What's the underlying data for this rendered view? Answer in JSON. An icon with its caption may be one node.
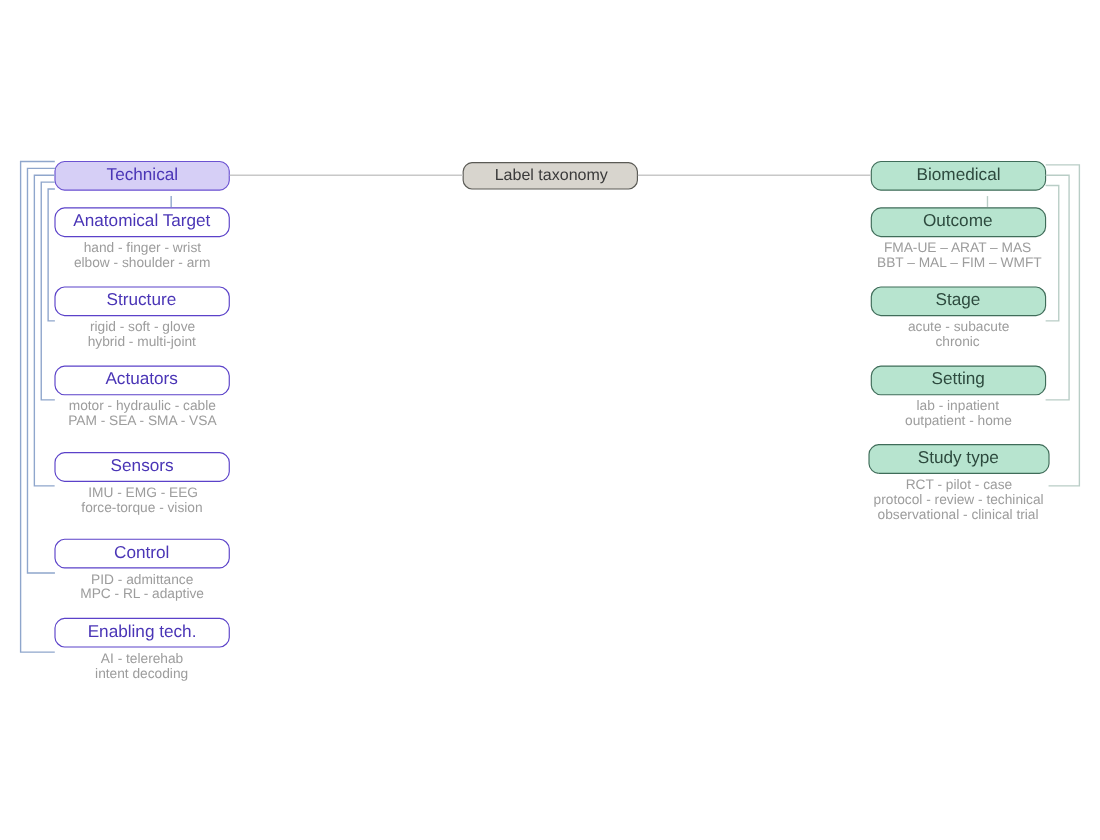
{
  "diagram": {
    "nodes": [
      {
        "text": [
          "Technical"
        ]
      },
      {
        "text": [
          "Label taxonomy"
        ]
      },
      {
        "text": [
          "Biomedical"
        ]
      },
      {
        "text": [
          "Anatomical Target"
        ],
        "beside": [
          "hand - finger - wrist elbow - shoulder - arm"
        ]
      },
      {
        "text": [
          "Structure"
        ],
        "beside": [
          "rigid - soft - glove hybrid - multi-joint"
        ]
      },
      {
        "text": [
          "Actuators"
        ],
        "beside": [
          "motor - hydraulic - cable PAM - SEA - SMA - VSA"
        ]
      },
      {
        "text": [
          "Sensors"
        ],
        "beside": [
          "IMU - EMG - EEG force-torque - vision"
        ]
      },
      {
        "text": [
          "Control"
        ],
        "beside": [
          "PID - admittance MPC - RL - adaptive"
        ]
      },
      {
        "text": [
          "Enabling tech."
        ],
        "beside": [
          "AI - telerehab intent decoding"
        ]
      },
      {
        "text": [
          "Outcome"
        ],
        "beside": [
          "FMA-UE – ARAT – MAS BBT – MAL – FIM – WMFT"
        ]
      },
      {
        "text": [
          "Stage"
        ],
        "beside": [
          "acute - subacute chronic"
        ]
      },
      {
        "text": [
          "Setting"
        ],
        "beside": [
          "lab - inpatient outpatient - home"
        ]
      },
      {
        "text": [
          "Study type"
        ],
        "beside": [
          "RCT - pilot - case protocol - review - techinical observational - clinical trial"
        ]
      }
    ],
    "edges": [
      {
        "from": 0,
        "to": 1,
        "arrow": "none",
        "color": "#c8c8c8"
      },
      {
        "from": 1,
        "to": 2,
        "arrow": "none",
        "color": "#c8c8c8"
      },
      {
        "from": 0,
        "to": 3,
        "arrow": "none"
      },
      {
        "from": 0,
        "to": 4,
        "arrow": "none"
      },
      {
        "from": 0,
        "to": 5,
        "arrow": "none"
      },
      {
        "from": 0,
        "to": 6,
        "arrow": "none"
      },
      {
        "from": 0,
        "to": 7,
        "arrow": "none"
      },
      {
        "from": 0,
        "to": 8,
        "arrow": "none"
      },
      {
        "from": 2,
        "to": 9,
        "arrow": "none",
        "color": "#b9cdc6"
      },
      {
        "from": 2,
        "to": 10,
        "arrow": "none",
        "color": "#b9cdc6"
      },
      {
        "from": 2,
        "to": 11,
        "arrow": "none",
        "color": "#b9cdc6"
      },
      {
        "from": 2,
        "to": 12,
        "arrow": "none",
        "color": "#b9cdc6"
      }
    ]
  }
}
